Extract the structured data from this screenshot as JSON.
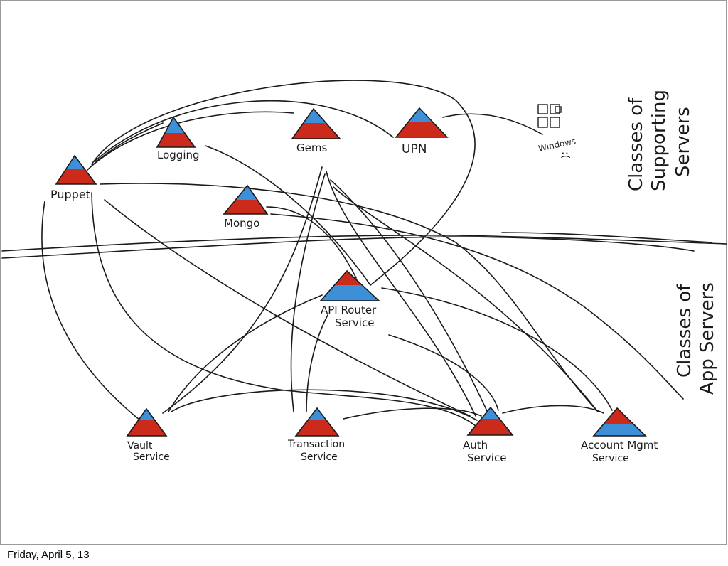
{
  "diagram": {
    "supporting_servers": [
      {
        "id": "puppet",
        "label": "Puppet",
        "label2": ""
      },
      {
        "id": "logging",
        "label": "Logging",
        "label2": ""
      },
      {
        "id": "gems",
        "label": "Gems",
        "label2": ""
      },
      {
        "id": "upn",
        "label": "UPN",
        "label2": ""
      },
      {
        "id": "mongo",
        "label": "Mongo",
        "label2": ""
      }
    ],
    "app_servers": [
      {
        "id": "api",
        "label": "API Router",
        "label2": "Service"
      },
      {
        "id": "vault",
        "label": "Vault",
        "label2": "Service"
      },
      {
        "id": "transaction",
        "label": "Transaction",
        "label2": "Service"
      },
      {
        "id": "auth",
        "label": "Auth",
        "label2": "Service"
      },
      {
        "id": "account",
        "label": "Account Mgmt",
        "label2": "Service"
      }
    ],
    "windows": {
      "label": "Windows",
      "face": ":("
    },
    "zone_labels": {
      "supporting": [
        "Classes of",
        "Supporting",
        "Servers"
      ],
      "app": [
        "Classes of",
        "App Servers"
      ]
    },
    "colors": {
      "ink": "#1a1a1a",
      "red": "#cc2a1a",
      "blue": "#3d8fd8",
      "border": "#9a9a9a"
    }
  },
  "footer": {
    "date": "Friday, April 5, 13"
  }
}
